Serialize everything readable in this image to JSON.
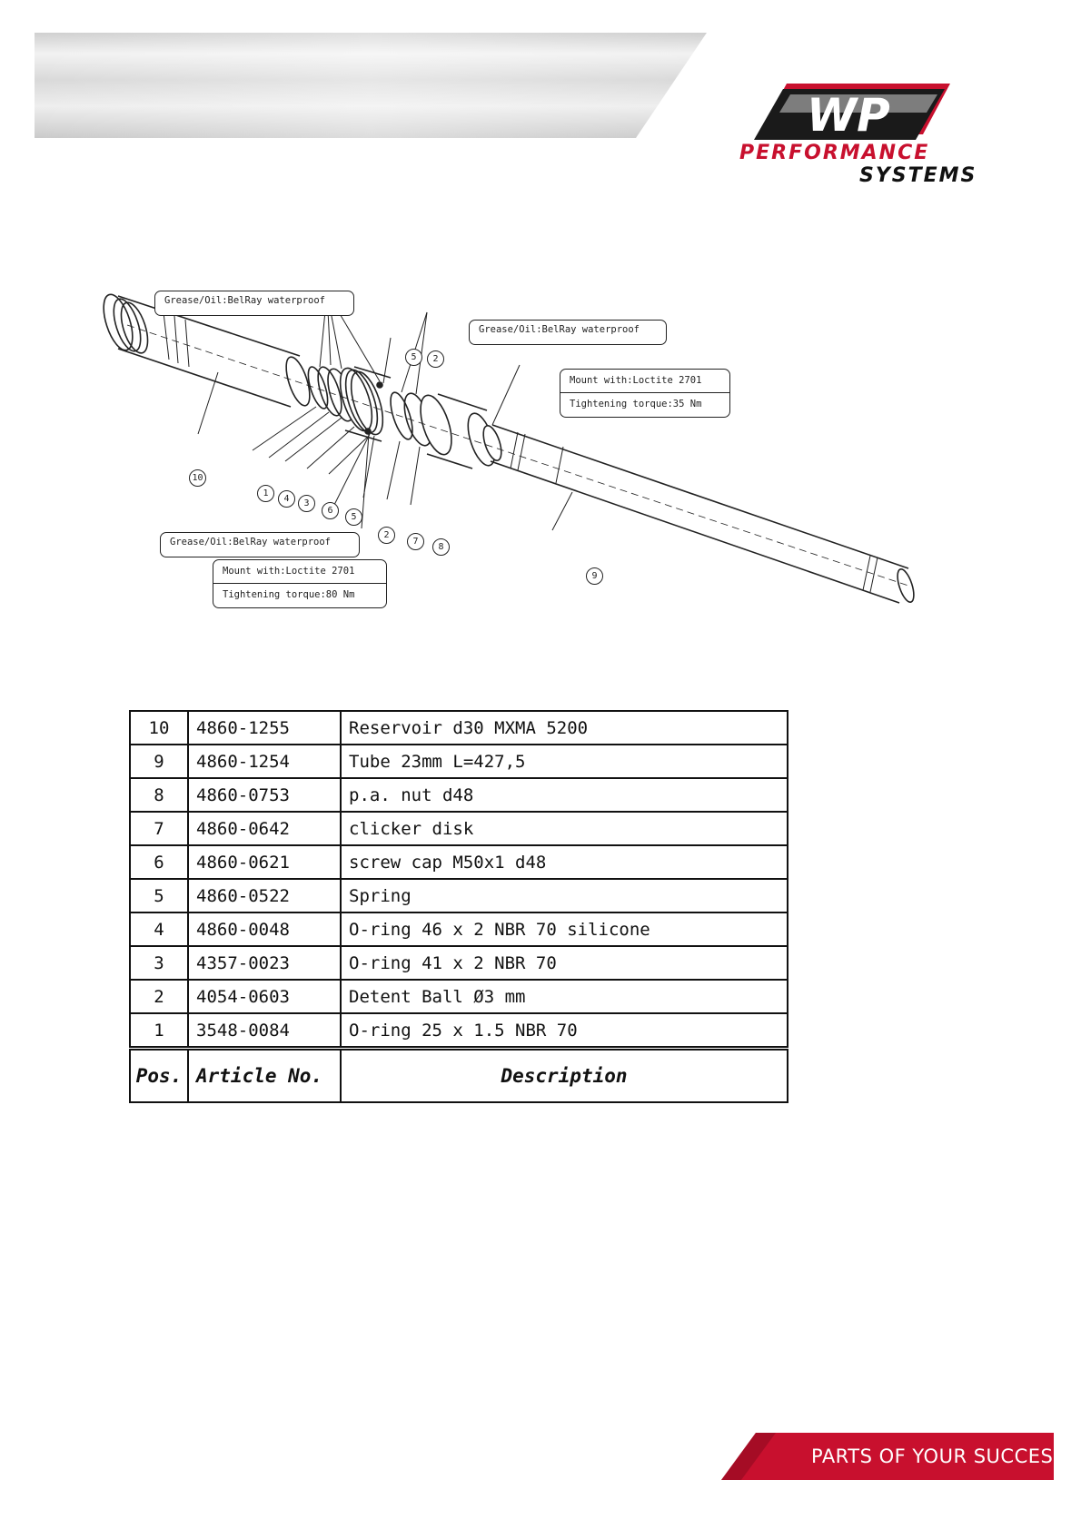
{
  "brand": {
    "logo_text": "WP",
    "line1": "PERFORMANCE",
    "line2": "SYSTEMS",
    "accent_color": "#c8102e"
  },
  "diagram": {
    "callouts": {
      "grease_top_left": "Grease/Oil:BelRay waterproof",
      "grease_top_right": "Grease/Oil:BelRay waterproof",
      "mount_right_1": "Mount with:Loctite 2701",
      "mount_right_2": "Tightening torque:35 Nm",
      "grease_bottom_left": "Grease/Oil:BelRay waterproof",
      "mount_left_1": "Mount with:Loctite 2701",
      "mount_left_2": "Tightening torque:80 Nm"
    },
    "badges": [
      "10",
      "1",
      "4",
      "3",
      "6",
      "5",
      "2",
      "7",
      "8",
      "9",
      "5",
      "2"
    ]
  },
  "table": {
    "headers": {
      "pos": "Pos.",
      "article": "Article No.",
      "description": "Description"
    },
    "rows": [
      {
        "pos": "10",
        "article": "4860-1255",
        "description": "Reservoir d30 MXMA 5200"
      },
      {
        "pos": "9",
        "article": "4860-1254",
        "description": "Tube 23mm L=427,5"
      },
      {
        "pos": "8",
        "article": "4860-0753",
        "description": "p.a. nut d48"
      },
      {
        "pos": "7",
        "article": "4860-0642",
        "description": "clicker disk"
      },
      {
        "pos": "6",
        "article": "4860-0621",
        "description": "screw cap M50x1 d48"
      },
      {
        "pos": "5",
        "article": "4860-0522",
        "description": "Spring"
      },
      {
        "pos": "4",
        "article": "4860-0048",
        "description": "O-ring 46 x 2 NBR 70 silicone"
      },
      {
        "pos": "3",
        "article": "4357-0023",
        "description": "O-ring 41 x 2 NBR 70"
      },
      {
        "pos": "2",
        "article": "4054-0603",
        "description": "Detent Ball Ø3 mm"
      },
      {
        "pos": "1",
        "article": "3548-0084",
        "description": "O-ring 25 x 1.5 NBR 70"
      }
    ]
  },
  "footer": {
    "slogan": "PARTS OF YOUR SUCCESS",
    "banner_color": "#c8102e"
  }
}
